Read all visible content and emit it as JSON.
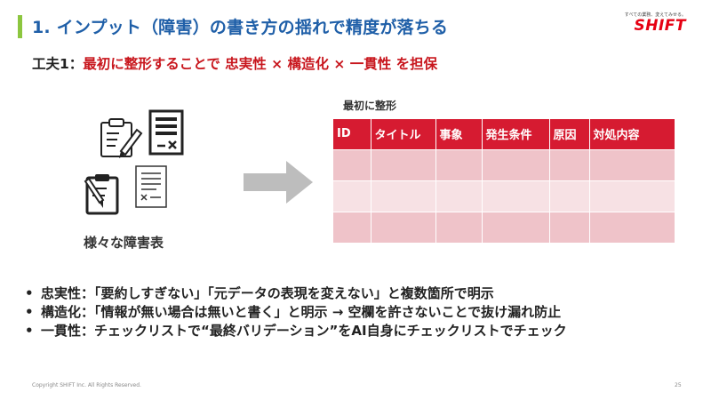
{
  "slide": {
    "title": "1. インプット（障害）の書き方の揺れで精度が落ちる",
    "subtitle_prefix": "工夫1：",
    "subtitle_main": "最初に整形することで 忠実性 × 構造化 × 一貫性 を担保",
    "page_number": "25",
    "copyright": "Copyright SHIFT Inc. All Rights Reserved."
  },
  "logo": {
    "tagline": "すべての業務、変えてみせる。",
    "wordmark": "SHIFT",
    "color": "#e60012"
  },
  "left_panel": {
    "caption": "様々な障害表",
    "icons": [
      "clipboard-pen-icon",
      "document-x-icon",
      "clipboard-pen-icon",
      "checklist-document-icon"
    ]
  },
  "arrow_icon": "right-arrow-icon",
  "table": {
    "caption": "最初に整形",
    "headers": [
      "ID",
      "タイトル",
      "事象",
      "発生条件",
      "原因",
      "対処内容"
    ],
    "empty_rows": 3,
    "header_color": "#d61b31"
  },
  "bullets": [
    "忠実性：「要約しすぎない」「元データの表現を変えない」と複数箇所で明示",
    "構造化：「情報が無い場合は無いと書く」と明示 → 空欄を許さないことで抜け漏れ防止",
    "一貫性：チェックリストで“最終バリデーション”をAI自身にチェックリストでチェック"
  ],
  "colors": {
    "title": "#1f5fa8",
    "accent_bar": "#8cc63f",
    "emphasis": "#c8161d"
  }
}
